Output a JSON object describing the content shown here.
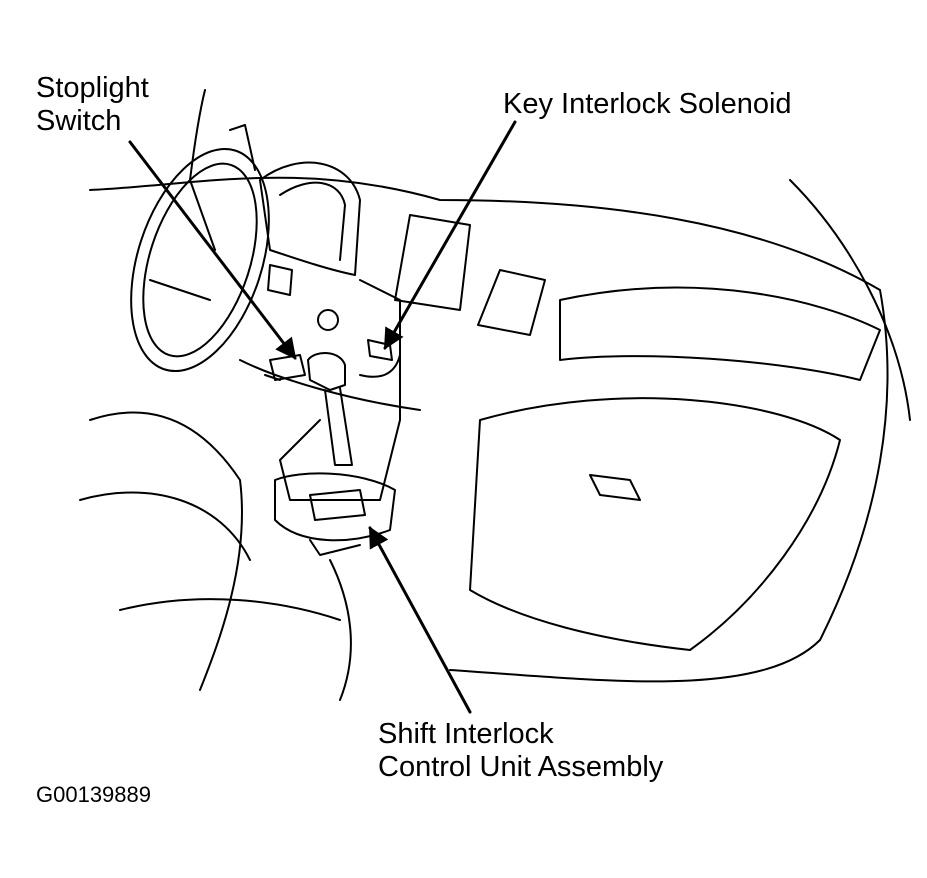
{
  "labels": {
    "stoplight_switch": [
      "Stoplight",
      "Switch"
    ],
    "key_interlock_solenoid": "Key Interlock Solenoid",
    "shift_interlock_control_unit": [
      "Shift Interlock",
      "Control Unit Assembly"
    ]
  },
  "figure_id": "G00139889"
}
